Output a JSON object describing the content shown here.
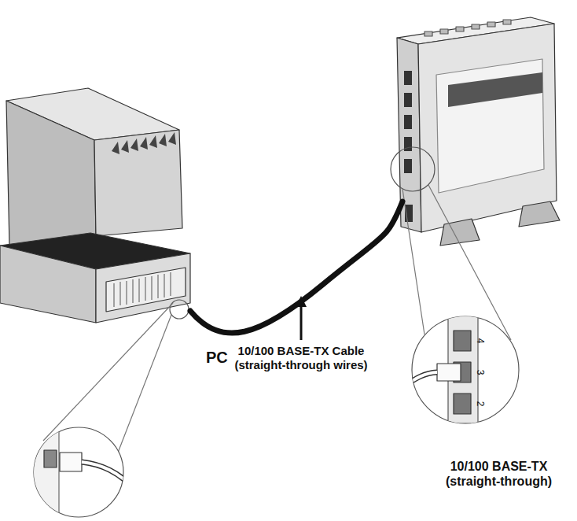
{
  "diagram": {
    "nodes": [
      {
        "text": [
          "PC"
        ]
      },
      {
        "text": [
          "10/100 BASE-TX (straight-through)"
        ]
      }
    ],
    "edges": [
      {
        "from": 0,
        "to": 1,
        "arrow": "none",
        "label": "10/100 BASE-TX Cable (straight-through wires)"
      }
    ],
    "labels": [
      "4",
      "3",
      "2"
    ]
  }
}
